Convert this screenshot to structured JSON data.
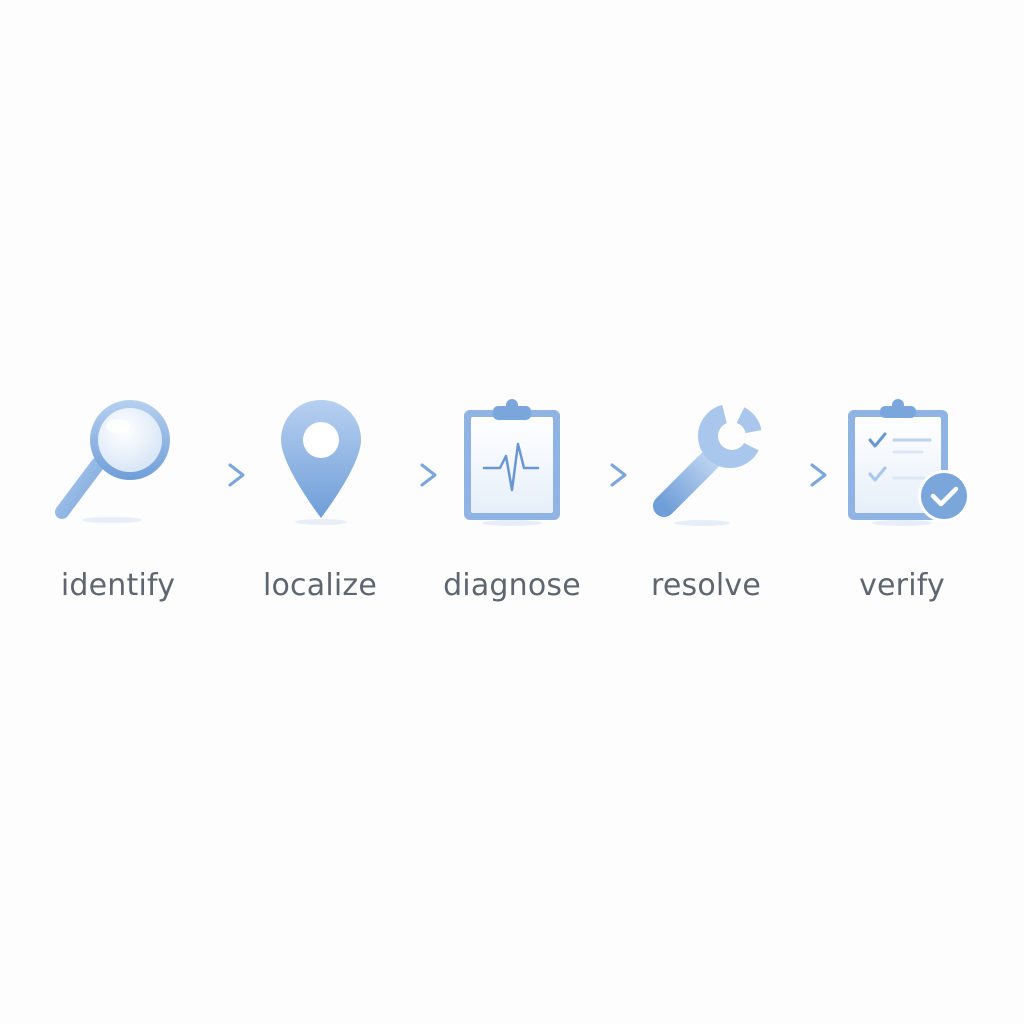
{
  "steps": [
    {
      "label": "identify",
      "icon": "magnifier-icon"
    },
    {
      "label": "localize",
      "icon": "location-pin-icon"
    },
    {
      "label": "diagnose",
      "icon": "clipboard-pulse-icon"
    },
    {
      "label": "resolve",
      "icon": "wrench-icon"
    },
    {
      "label": "verify",
      "icon": "clipboard-checklist-check-icon"
    }
  ],
  "connector_icon": "arrow-right-icon",
  "colors": {
    "accent": "#7aa6dc",
    "accent_dark": "#6a97d2",
    "accent_light": "#dce9f8",
    "text": "#5f6670",
    "background": "#fdfdfd"
  }
}
